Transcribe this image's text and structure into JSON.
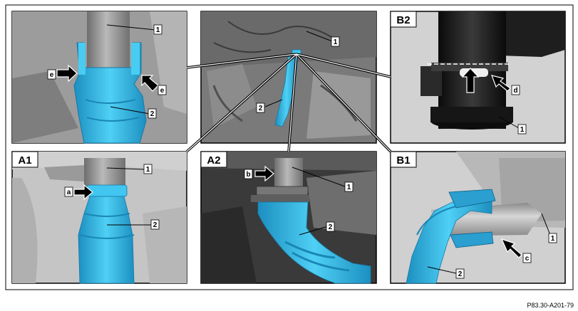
{
  "panels": {
    "a1": "A1",
    "a2": "A2",
    "b1": "B1",
    "b2": "B2"
  },
  "callouts": {
    "center_1": "1",
    "center_2": "2",
    "tl_1": "1",
    "tl_2": "2",
    "tl_e_left": "e",
    "tl_e_right": "e",
    "b2_1": "1",
    "b2_d": "d",
    "a1_1": "1",
    "a1_2": "2",
    "a1_a": "a",
    "a2_1": "1",
    "a2_2": "2",
    "a2_b": "b",
    "b1_1": "1",
    "b1_2": "2",
    "b1_c": "c"
  },
  "figure_id": "P83.30-A201-79",
  "colors": {
    "hose": "#35c4ee",
    "hose_dark": "#1c8fc0",
    "pipe": "#8a8a8a",
    "background_panel": "#c9c9c9",
    "frame": "#000000"
  }
}
